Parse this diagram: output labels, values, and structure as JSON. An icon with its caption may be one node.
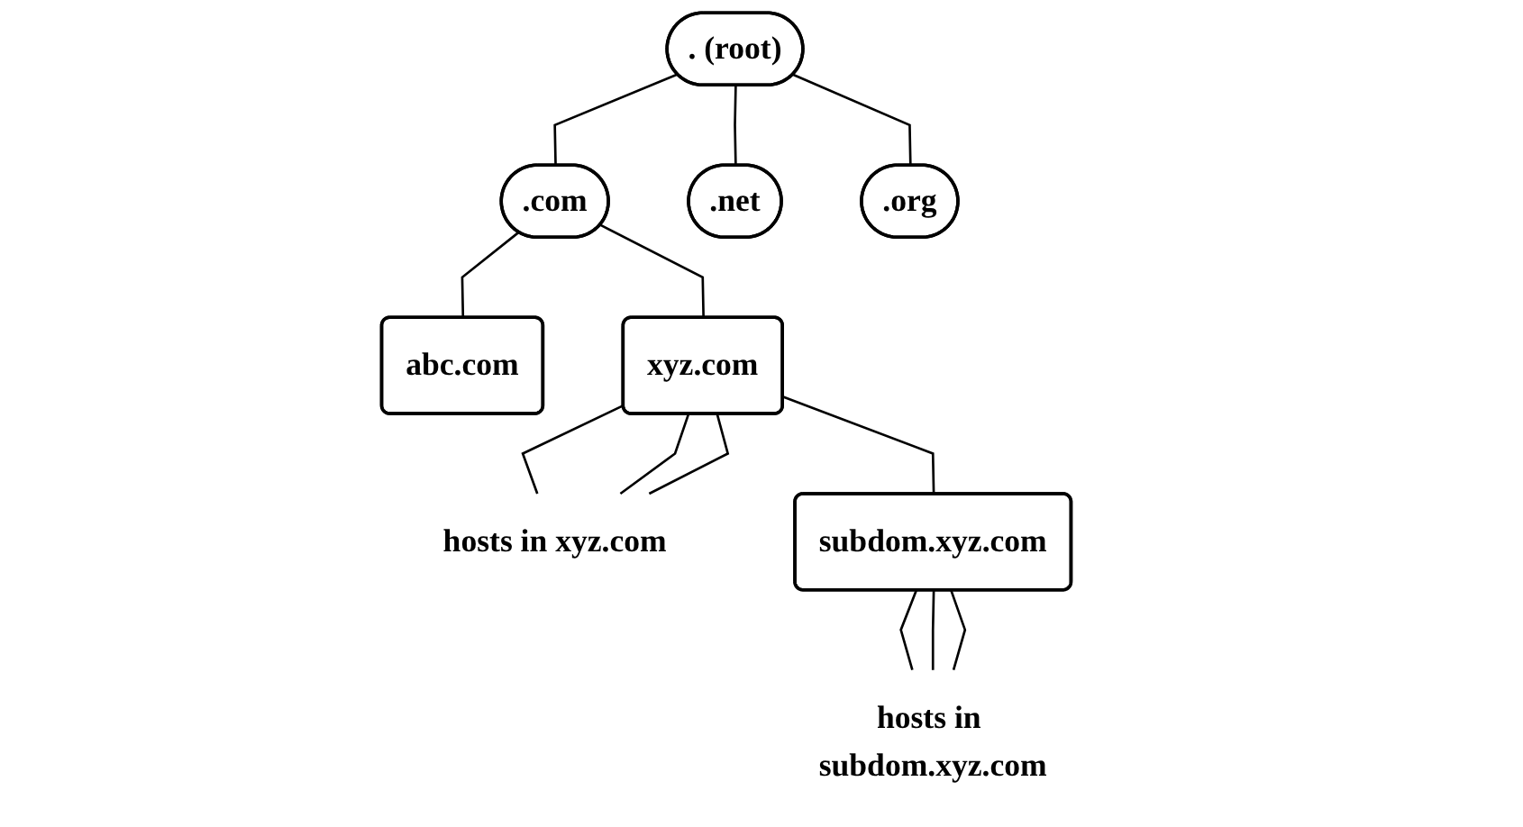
{
  "diagram": {
    "nodes": [
      {
        "text": [
          ". (root)"
        ]
      },
      {
        "text": [
          ".com"
        ]
      },
      {
        "text": [
          ".net"
        ]
      },
      {
        "text": [
          ".org"
        ]
      },
      {
        "text": [
          "abc.com"
        ]
      },
      {
        "text": [
          "xyz.com"
        ]
      },
      {
        "text": [
          "hosts in xyz.com"
        ]
      },
      {
        "text": [
          "subdom.xyz.com"
        ]
      },
      {
        "text": [
          "hosts in subdom.xyz.com"
        ]
      }
    ],
    "edges": [
      {
        "from": 0,
        "to": 1,
        "arrow": "none"
      },
      {
        "from": 0,
        "to": 2,
        "arrow": "none"
      },
      {
        "from": 0,
        "to": 3,
        "arrow": "none"
      },
      {
        "from": 1,
        "to": 4,
        "arrow": "none"
      },
      {
        "from": 1,
        "to": 5,
        "arrow": "none"
      },
      {
        "from": 5,
        "to": 6,
        "arrow": "none"
      },
      {
        "from": 5,
        "to": 6,
        "arrow": "none"
      },
      {
        "from": 5,
        "to": 6,
        "arrow": "none"
      },
      {
        "from": 5,
        "to": 7,
        "arrow": "none"
      },
      {
        "from": 7,
        "to": 8,
        "arrow": "none"
      },
      {
        "from": 7,
        "to": 8,
        "arrow": "none"
      },
      {
        "from": 7,
        "to": 8,
        "arrow": "none"
      }
    ]
  }
}
